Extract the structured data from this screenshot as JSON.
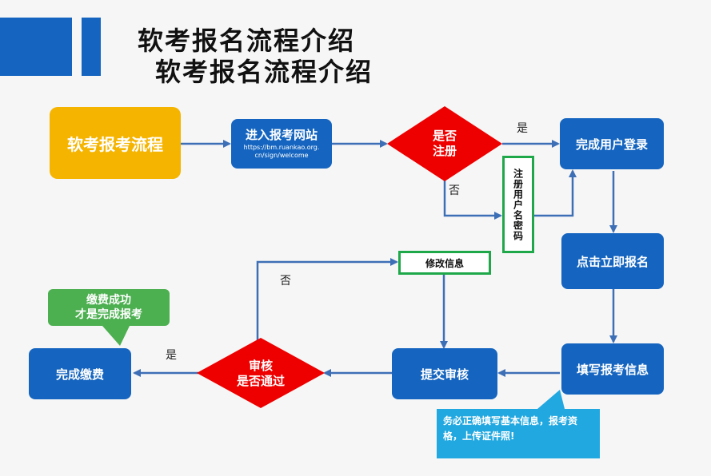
{
  "title_line1": "软考报名流程介绍",
  "title_line2": "软考报名流程介绍",
  "nodes": {
    "start": "软考报考流程",
    "visit_site": "进入报考网站",
    "visit_site_url_line1": "https://bm.ruankao.org.",
    "visit_site_url_line2": "cn/sign/welcome",
    "registered_line1": "是否",
    "registered_line2": "注册",
    "register_account": "注册用户名密码",
    "login": "完成用户登录",
    "apply_now": "点击立即报名",
    "fill_info": "填写报考信息",
    "submit_review": "提交审核",
    "modify_info": "修改信息",
    "review_line1": "审核",
    "review_line2": "是否通过",
    "payment": "完成缴费"
  },
  "edge_labels": {
    "registered_yes": "是",
    "registered_no": "否",
    "review_no": "否",
    "review_yes": "是"
  },
  "callouts": {
    "payment_note_line1": "缴费成功",
    "payment_note_line2": "才是完成报考",
    "fill_note": "务必正确填写基本信息，报考资格，上传证件照!"
  },
  "colors": {
    "primary_blue": "#1565c0",
    "start_yellow": "#f5b400",
    "decision_red": "#ee0000",
    "outline_green": "#1fa84a",
    "callout_green": "#4caf50",
    "callout_cyan": "#21a8e0",
    "arrow_blue": "#3d6fb6"
  }
}
